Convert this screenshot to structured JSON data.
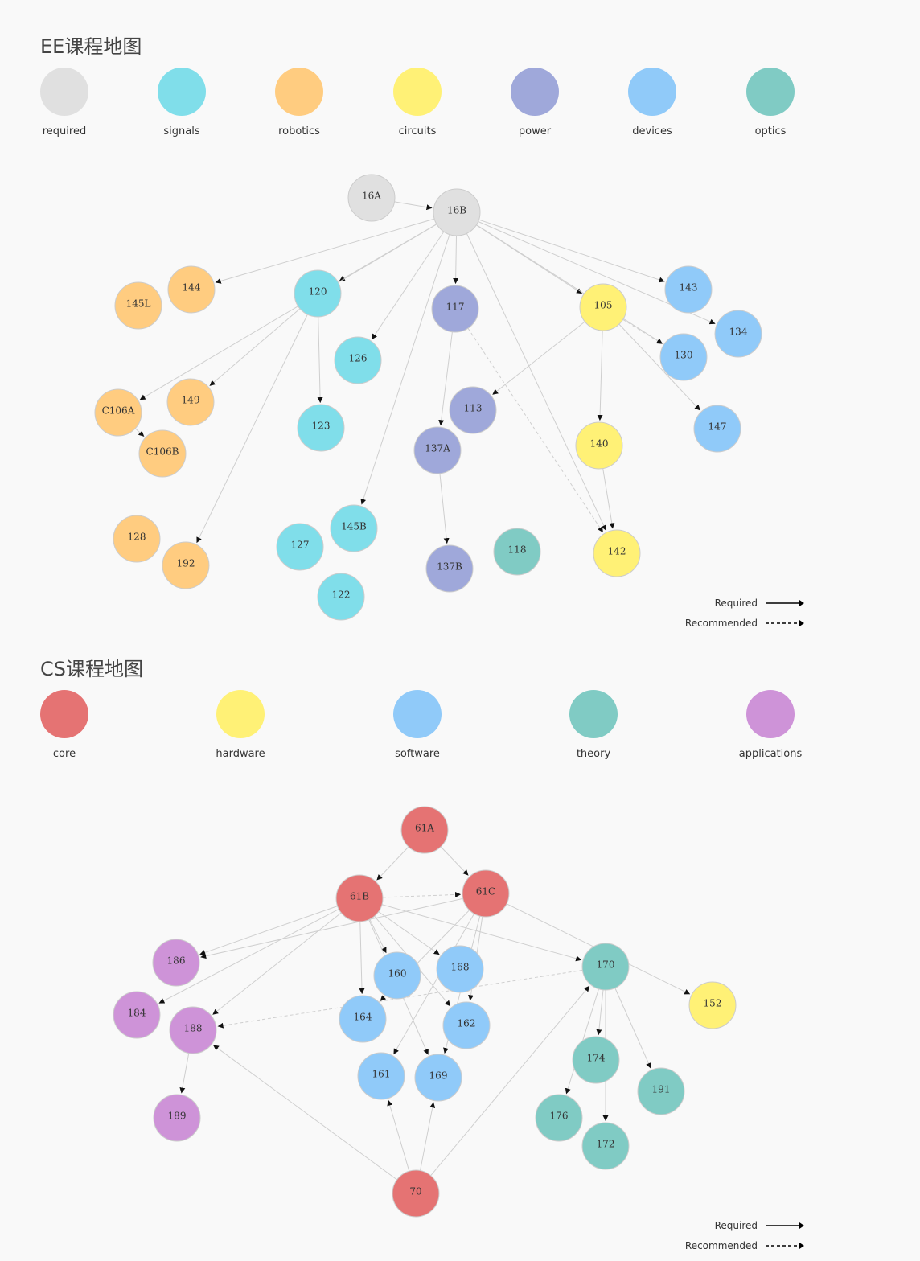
{
  "ee": {
    "title": "EE课程地图",
    "legend": [
      {
        "label": "required",
        "color": "#e0e0e0"
      },
      {
        "label": "signals",
        "color": "#80deea"
      },
      {
        "label": "robotics",
        "color": "#ffcc80"
      },
      {
        "label": "circuits",
        "color": "#fff176"
      },
      {
        "label": "power",
        "color": "#9fa8da"
      },
      {
        "label": "devices",
        "color": "#90caf9"
      },
      {
        "label": "optics",
        "color": "#80cbc4"
      }
    ],
    "nodes": [
      {
        "id": "16A",
        "cat": "required"
      },
      {
        "id": "16B",
        "cat": "required"
      },
      {
        "id": "144",
        "cat": "robotics"
      },
      {
        "id": "145L",
        "cat": "robotics"
      },
      {
        "id": "120",
        "cat": "signals"
      },
      {
        "id": "117",
        "cat": "power"
      },
      {
        "id": "105",
        "cat": "circuits"
      },
      {
        "id": "143",
        "cat": "devices"
      },
      {
        "id": "134",
        "cat": "devices"
      },
      {
        "id": "130",
        "cat": "devices"
      },
      {
        "id": "126",
        "cat": "signals"
      },
      {
        "id": "149",
        "cat": "robotics"
      },
      {
        "id": "C106A",
        "cat": "robotics"
      },
      {
        "id": "C106B",
        "cat": "robotics"
      },
      {
        "id": "123",
        "cat": "signals"
      },
      {
        "id": "113",
        "cat": "power"
      },
      {
        "id": "137A",
        "cat": "power"
      },
      {
        "id": "140",
        "cat": "circuits"
      },
      {
        "id": "147",
        "cat": "devices"
      },
      {
        "id": "128",
        "cat": "robotics"
      },
      {
        "id": "192",
        "cat": "robotics"
      },
      {
        "id": "127",
        "cat": "signals"
      },
      {
        "id": "145B",
        "cat": "signals"
      },
      {
        "id": "122",
        "cat": "signals"
      },
      {
        "id": "137B",
        "cat": "power"
      },
      {
        "id": "118",
        "cat": "optics"
      },
      {
        "id": "142",
        "cat": "circuits"
      }
    ],
    "edges": [
      [
        "16A",
        "16B",
        "req"
      ],
      [
        "16B",
        "144",
        "req"
      ],
      [
        "16B",
        "120",
        "req"
      ],
      [
        "16B",
        "117",
        "req"
      ],
      [
        "16B",
        "105",
        "req"
      ],
      [
        "16B",
        "143",
        "req"
      ],
      [
        "16B",
        "134",
        "req"
      ],
      [
        "16B",
        "130",
        "req"
      ],
      [
        "16B",
        "126",
        "req"
      ],
      [
        "16B",
        "C106A",
        "req"
      ],
      [
        "16B",
        "145B",
        "req"
      ],
      [
        "16B",
        "142",
        "req"
      ],
      [
        "120",
        "149",
        "req"
      ],
      [
        "120",
        "123",
        "req"
      ],
      [
        "120",
        "192",
        "req"
      ],
      [
        "C106A",
        "C106B",
        "req"
      ],
      [
        "117",
        "137A",
        "req"
      ],
      [
        "117",
        "142",
        "rec"
      ],
      [
        "105",
        "113",
        "req"
      ],
      [
        "105",
        "140",
        "req"
      ],
      [
        "105",
        "147",
        "req"
      ],
      [
        "105",
        "130",
        "rec"
      ],
      [
        "137A",
        "137B",
        "req"
      ],
      [
        "140",
        "142",
        "req"
      ]
    ],
    "key": {
      "required": "Required",
      "recommended": "Recommended"
    }
  },
  "cs": {
    "title": "CS课程地图",
    "legend": [
      {
        "label": "core",
        "color": "#e57373"
      },
      {
        "label": "hardware",
        "color": "#fff176"
      },
      {
        "label": "software",
        "color": "#90caf9"
      },
      {
        "label": "theory",
        "color": "#80cbc4"
      },
      {
        "label": "applications",
        "color": "#ce93d8"
      }
    ],
    "nodes": [
      {
        "id": "61A",
        "cat": "core"
      },
      {
        "id": "61B",
        "cat": "core"
      },
      {
        "id": "61C",
        "cat": "core"
      },
      {
        "id": "186",
        "cat": "applications"
      },
      {
        "id": "184",
        "cat": "applications"
      },
      {
        "id": "188",
        "cat": "applications"
      },
      {
        "id": "189",
        "cat": "applications"
      },
      {
        "id": "160",
        "cat": "software"
      },
      {
        "id": "168",
        "cat": "software"
      },
      {
        "id": "164",
        "cat": "software"
      },
      {
        "id": "162",
        "cat": "software"
      },
      {
        "id": "161",
        "cat": "software"
      },
      {
        "id": "169",
        "cat": "software"
      },
      {
        "id": "170",
        "cat": "theory"
      },
      {
        "id": "152",
        "cat": "hardware"
      },
      {
        "id": "174",
        "cat": "theory"
      },
      {
        "id": "191",
        "cat": "theory"
      },
      {
        "id": "176",
        "cat": "theory"
      },
      {
        "id": "172",
        "cat": "theory"
      },
      {
        "id": "70",
        "cat": "core"
      }
    ],
    "edges": [
      [
        "61A",
        "61B",
        "req"
      ],
      [
        "61A",
        "61C",
        "req"
      ],
      [
        "61B",
        "61C",
        "rec"
      ],
      [
        "61B",
        "186",
        "req"
      ],
      [
        "61B",
        "184",
        "req"
      ],
      [
        "61B",
        "188",
        "req"
      ],
      [
        "61B",
        "160",
        "req"
      ],
      [
        "61B",
        "164",
        "req"
      ],
      [
        "61B",
        "162",
        "req"
      ],
      [
        "61B",
        "168",
        "req"
      ],
      [
        "61B",
        "169",
        "req"
      ],
      [
        "61B",
        "170",
        "req"
      ],
      [
        "61C",
        "186",
        "req"
      ],
      [
        "61C",
        "164",
        "req"
      ],
      [
        "61C",
        "162",
        "req"
      ],
      [
        "61C",
        "161",
        "req"
      ],
      [
        "61C",
        "169",
        "req"
      ],
      [
        "61C",
        "152",
        "req"
      ],
      [
        "170",
        "188",
        "rec"
      ],
      [
        "170",
        "174",
        "req"
      ],
      [
        "170",
        "176",
        "req"
      ],
      [
        "170",
        "191",
        "req"
      ],
      [
        "170",
        "172",
        "req"
      ],
      [
        "188",
        "189",
        "req"
      ],
      [
        "70",
        "188",
        "req"
      ],
      [
        "70",
        "161",
        "req"
      ],
      [
        "70",
        "170",
        "req"
      ],
      [
        "70",
        "169",
        "req"
      ]
    ],
    "key": {
      "required": "Required",
      "recommended": "Recommended"
    }
  }
}
